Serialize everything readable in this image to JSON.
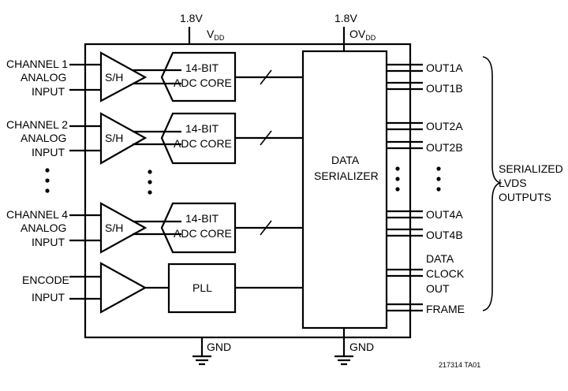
{
  "supplies": {
    "vdd_voltage": "1.8V",
    "vdd_label": "V",
    "vdd_sub": "DD",
    "ovdd_voltage": "1.8V",
    "ovdd_label": "OV",
    "ovdd_sub": "DD",
    "gnd_left": "GND",
    "gnd_right": "GND"
  },
  "inputs": {
    "ch1": [
      "CHANNEL 1",
      "ANALOG",
      "INPUT"
    ],
    "ch2": [
      "CHANNEL 2",
      "ANALOG",
      "INPUT"
    ],
    "ch4": [
      "CHANNEL 4",
      "ANALOG",
      "INPUT"
    ],
    "encode": [
      "ENCODE",
      "INPUT"
    ]
  },
  "blocks": {
    "sh": "S/H",
    "adc_line1": "14-BIT",
    "adc_line2": "ADC CORE",
    "pll": "PLL",
    "serializer_line1": "DATA",
    "serializer_line2": "SERIALIZER"
  },
  "outputs": {
    "out1a": "OUT1A",
    "out1b": "OUT1B",
    "out2a": "OUT2A",
    "out2b": "OUT2B",
    "out4a": "OUT4A",
    "out4b": "OUT4B",
    "data_clock": [
      "DATA",
      "CLOCK",
      "OUT"
    ],
    "frame": "FRAME"
  },
  "bracket_label": [
    "SERIALIZED",
    "LVDS",
    "OUTPUTS"
  ],
  "figure_id": "217314 TA01"
}
